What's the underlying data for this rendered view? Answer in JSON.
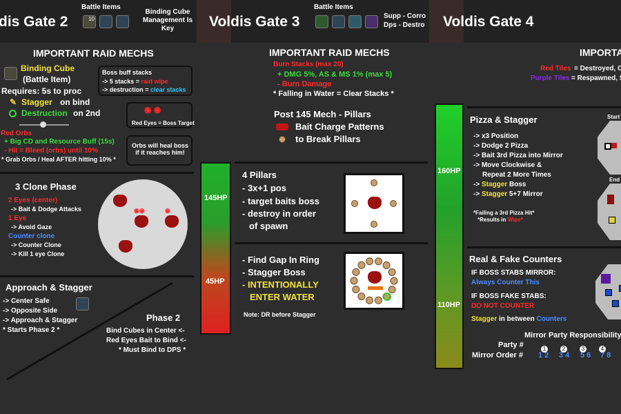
{
  "header": {
    "gate2_title": "dis Gate 2",
    "gate3_title": "Voldis Gate 3",
    "gate4_title": "Voldis Gate 4",
    "battle_items_label_1": "Battle Items",
    "battle_items_label_2": "Battle Items",
    "item_count": "10",
    "binding_note": "Binding Cube Management Is Key",
    "supp_line": "Supp - Corro",
    "dps_line": "Dps - Destro"
  },
  "gate2": {
    "raid_mechs_title": "IMPORTANT RAID MECHS",
    "binding_cube": "Binding Cube",
    "battle_item": "(Battle Item)",
    "requires": "Requires: 5s to proc",
    "stagger": "Stagger",
    "on_bind": "on bind",
    "destruction": "Destruction",
    "on_2nd": "on 2nd",
    "boss_buff_title": "Boss buff stacks",
    "boss_buff_1_pre": "-> 5 stacks = ",
    "boss_buff_1_hl": "raid wipe",
    "boss_buff_2_pre": "-> destruction = ",
    "boss_buff_2_hl": "clear stacks",
    "red_eyes_note": "Red Eyes = Boss Target",
    "orbs_heal_note": "Orbs will heal boss if it reaches him!",
    "red_orbs": "Red Orbs",
    "red_orbs_1": "+ Big CD and Resource Buff (15s)",
    "red_orbs_2": "- Hit = Bleed (orbs) until 10%",
    "red_orbs_3": "* Grab Orbs / Heal AFTER hitting 10% *",
    "clone_title": "3 Clone Phase",
    "two_eyes": "2 Eyes (center)",
    "two_eyes_1": "-> Bait & Dodge Attacks",
    "one_eye": "1 Eye",
    "one_eye_1": "-> Avoid Gaze",
    "counter_clone": "Counter clone",
    "counter_clone_1": "-> Counter Clone",
    "counter_clone_2": "-> Kill 1 eye Clone",
    "approach_title": "Approach & Stagger",
    "approach_1": "-> Center Safe",
    "approach_2": "-> Opposite Side",
    "approach_3": "-> Approach & Stagger",
    "approach_4": "* Starts Phase 2 *",
    "phase2_title": "Phase 2",
    "phase2_1": "Bind Cubes in Center <-",
    "phase2_2": "Red Eyes Bait to Bind <-",
    "phase2_3": "* Must Bind to DPS *"
  },
  "gate3": {
    "raid_mechs_title": "IMPORTANT RAID MECHS",
    "burn_stacks": "Burn Stacks (max 20)",
    "burn_1": "+ DMG 5%, AS & MS 1% (max 5)",
    "burn_2": "- Burn Damage",
    "burn_3": "* Falling in Water = Clear Stacks *",
    "post145_title": "Post 145 Mech - Pillars",
    "bait_charge": "Bait Charge Patterns",
    "break_pillars": "to Break Pillars",
    "pillars_title": "4 Pillars",
    "pillars_1": "- 3x+1 pos",
    "pillars_2": "- target baits boss",
    "pillars_3": "- destroy in order",
    "pillars_4": "of spawn",
    "gap_1": "- Find Gap In Ring",
    "gap_2": "- Stagger Boss",
    "gap_3": "- INTENTIONALLY",
    "gap_4": "ENTER WATER",
    "dr_note": "Note: DR before Stagger"
  },
  "hp_bars": {
    "bar1_label_a": "145HP",
    "bar1_label_b": "45HP",
    "bar2_label_a": "160HP",
    "bar2_label_b": "110HP"
  },
  "gate4": {
    "raid_mechs_title": "IMPORTA",
    "red_tiles_label": "Red Tiles",
    "red_tiles_text": "= Destroyed, Can N",
    "purple_tiles_label": "Purple Tiles",
    "purple_tiles_text": "= Respawned, S",
    "pizza_title": "Pizza & Stagger",
    "pizza_1": "-> x3 Position",
    "pizza_2": "-> Dodge 2 Pizza",
    "pizza_3": "-> Bait 3rd Pizza into Mirror",
    "pizza_4": "-> Move Clockwise &",
    "pizza_5": "Repeat 2 More Times",
    "pizza_6_pre": "-> ",
    "pizza_6_hl": "Stagger",
    "pizza_6_post": " Boss",
    "pizza_7_pre": "-> ",
    "pizza_7_hl": "Stagger",
    "pizza_7_post": " 5+7 Mirror",
    "pizza_note_1": "*Failing a 3rd Pizza Hit*",
    "pizza_note_2": "*Results in",
    "pizza_note_2_hl": "Wipe*",
    "start_label": "Start",
    "end_label": "End",
    "counters_title": "Real & Fake Counters",
    "counters_1": "IF BOSS STABS MIRROR:",
    "counters_2": "Always Counter This",
    "counters_3": "IF BOSS FAKE STABS:",
    "counters_4": "DO NOT COUNTER",
    "counters_5_pre": "Stagger",
    "counters_5_mid": " in between ",
    "counters_5_post": "Counters",
    "mirror_title": "Mirror Party Responsibility",
    "party_label": "Party #",
    "party_nums": [
      "1",
      "2",
      "3",
      "4"
    ],
    "mirror_label": "Mirror Order #",
    "mirror_orders": [
      "1 2",
      "3 4",
      "5 6",
      "7 8"
    ]
  }
}
